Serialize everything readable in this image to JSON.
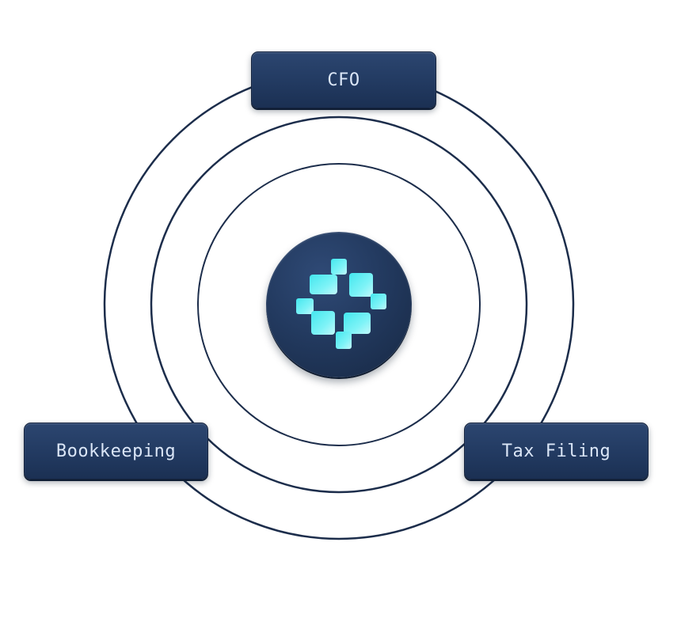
{
  "diagram": {
    "nodes": {
      "top": {
        "label": "CFO"
      },
      "left": {
        "label": "Bookkeeping"
      },
      "right": {
        "label": "Tax Filing"
      }
    },
    "hub": {
      "icon": "cross-logo-icon",
      "accent_colors": [
        "#5ff0f4",
        "#8ff6fa",
        "#b6f8fb"
      ]
    },
    "colors": {
      "ring": "#1c2d4b",
      "node_bg": "#223a61",
      "node_text": "#dbe6f7",
      "hub_bg": "#22395e"
    }
  }
}
